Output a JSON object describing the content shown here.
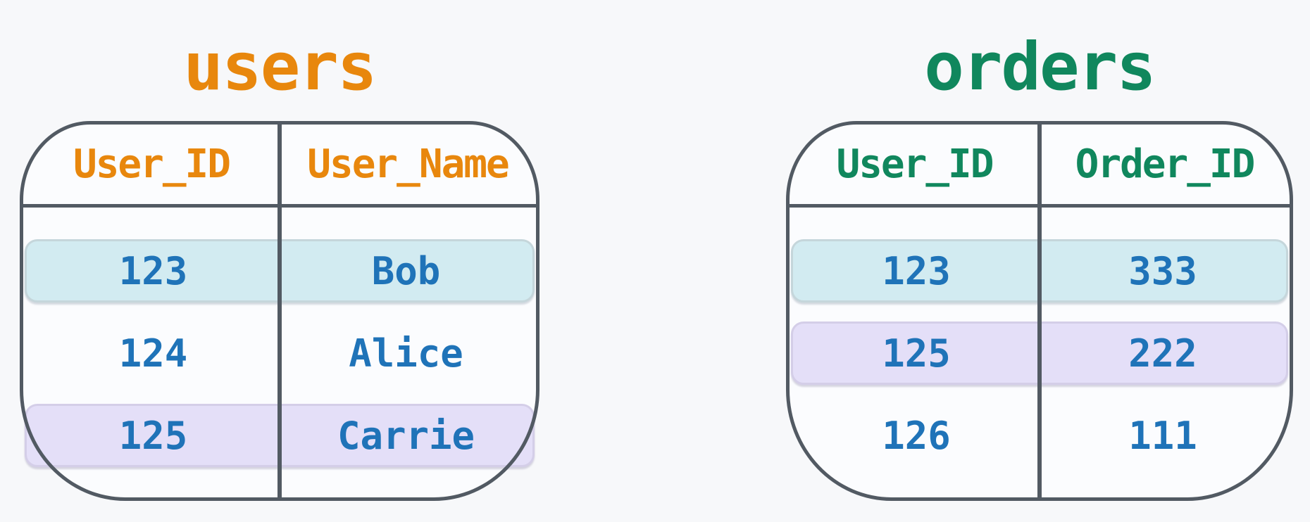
{
  "colors": {
    "page_background": "#F7F8FA",
    "table_background": "#FBFCFE",
    "table_border": "#525A63",
    "users_accent_orange": "#E8870D",
    "orders_accent_green": "#10875D",
    "value_text_blue": "#1F73B8",
    "match_row_teal": "#D2EBF1",
    "match_row_purple": "#E4DFF8"
  },
  "tables": [
    {
      "title": "users",
      "columns": [
        "User_ID",
        "User_Name"
      ],
      "rows": [
        {
          "cells": [
            "123",
            "Bob"
          ],
          "highlight": "teal"
        },
        {
          "cells": [
            "124",
            "Alice"
          ],
          "highlight": "none"
        },
        {
          "cells": [
            "125",
            "Carrie"
          ],
          "highlight": "purple"
        }
      ]
    },
    {
      "title": "orders",
      "columns": [
        "User_ID",
        "Order_ID"
      ],
      "rows": [
        {
          "cells": [
            "123",
            "333"
          ],
          "highlight": "teal"
        },
        {
          "cells": [
            "125",
            "222"
          ],
          "highlight": "purple"
        },
        {
          "cells": [
            "126",
            "111"
          ],
          "highlight": "none"
        }
      ]
    }
  ]
}
